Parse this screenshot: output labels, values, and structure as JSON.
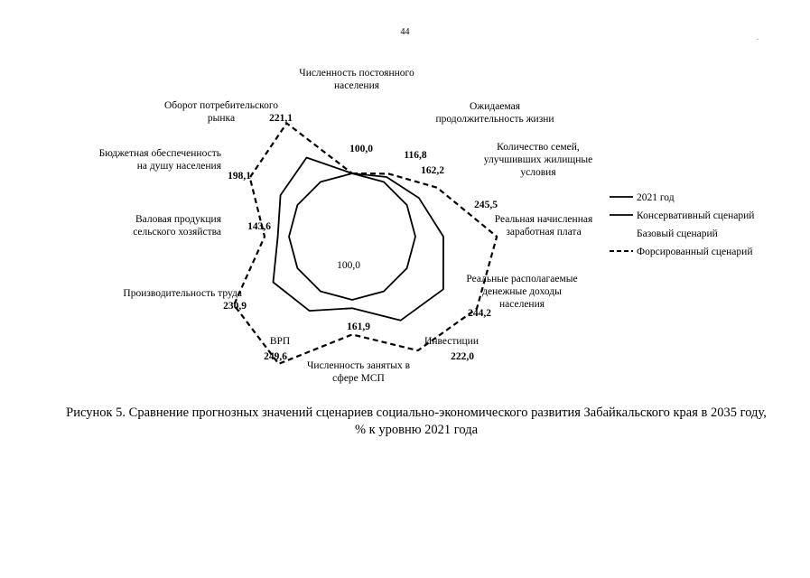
{
  "page": {
    "page_number": "44",
    "stray_mark": "."
  },
  "caption": {
    "line1": "Рисунок 5. Сравнение прогнозных значений сценариев социально-экономического развития Забайкальского края в 2035 году,",
    "line2": "% к уровню 2021 года"
  },
  "chart_data": {
    "type": "radar",
    "title": "",
    "axes": [
      {
        "label": [
          "Численность постоянного",
          "населения"
        ],
        "value_label": "100,0"
      },
      {
        "label": [
          "Ожидаемая",
          "продолжительность жизни"
        ],
        "value_label": "116,8"
      },
      {
        "label": [
          "Количество семей,",
          "улучшивших жилищные",
          "условия"
        ],
        "value_label": "162,2"
      },
      {
        "label": [
          "Реальная начисленная",
          "заработная плата"
        ],
        "value_label": "245,5"
      },
      {
        "label": [
          "Реальные располагаемые",
          "денежные доходы",
          "населения"
        ],
        "value_label": "244,2"
      },
      {
        "label": [
          "Инвестиции"
        ],
        "value_label": "222,0"
      },
      {
        "label": [
          "Численность занятых в",
          "сфере МСП"
        ],
        "value_label": "161,9"
      },
      {
        "label": [
          "ВРП"
        ],
        "value_label": "249,6"
      },
      {
        "label": [
          "Производительность труда"
        ],
        "value_label": "230,9"
      },
      {
        "label": [
          "Валовая продукция",
          "сельского хозяйства"
        ],
        "value_label": "143,6"
      },
      {
        "label": [
          "Бюджетная обеспеченность",
          "на душу населения"
        ],
        "value_label": "198,1"
      },
      {
        "label": [
          "Оборот потребительского",
          "рынка"
        ],
        "value_label": "221,1"
      }
    ],
    "center_label": "100,0",
    "series": [
      {
        "name": "2021 год",
        "style": "solid",
        "values": [
          100,
          100,
          100,
          100,
          100,
          100,
          100,
          100,
          100,
          100,
          100,
          100
        ]
      },
      {
        "name": "Консервативный сценарий",
        "style": "solid",
        "values": [
          100,
          110,
          125,
          150,
          175,
          160,
          115,
          140,
          150,
          120,
          135,
          150
        ]
      },
      {
        "name": "Базовый сценарий",
        "style": "none",
        "values": []
      },
      {
        "name": "Форсированный сценарий",
        "style": "dashed",
        "values": [
          100,
          116.8,
          162.2,
          245.5,
          244.2,
          222.0,
          161.9,
          249.6,
          230.9,
          143.6,
          198.1,
          221.1
        ]
      }
    ],
    "legend_position": "right",
    "grid": false,
    "colors": {
      "lines": "#000000"
    }
  }
}
